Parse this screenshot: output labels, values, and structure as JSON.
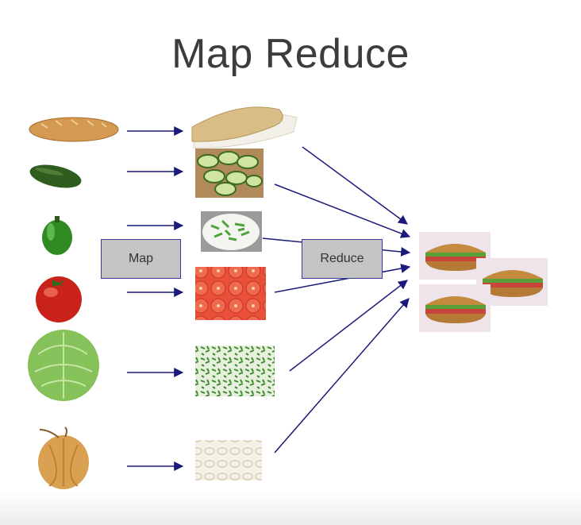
{
  "title": "Map Reduce",
  "stages": {
    "map_label": "Map",
    "reduce_label": "Reduce"
  },
  "inputs": [
    "bread",
    "cucumber",
    "green-pepper",
    "tomato",
    "lettuce",
    "onion"
  ],
  "mapped": [
    "sliced-bread",
    "sliced-cucumber",
    "chopped-pepper",
    "sliced-tomato",
    "shredded-lettuce",
    "onion-rings"
  ],
  "output": "sandwiches",
  "colors": {
    "arrow": "#1a1a7a",
    "box_fill": "#c4c4c4",
    "box_border": "#3a3a9a"
  }
}
